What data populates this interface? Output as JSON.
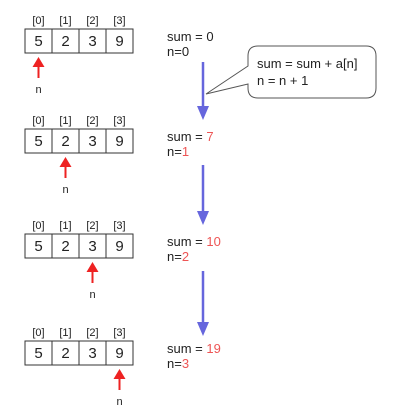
{
  "steps": [
    {
      "indices": [
        "[0]",
        "[1]",
        "[2]",
        "[3]"
      ],
      "values": [
        "5",
        "2",
        "3",
        "9"
      ],
      "pointer": 0,
      "pointer_label": "n",
      "sum_prefix": "sum = ",
      "sum_value": "0",
      "n_prefix": "n=",
      "n_value": "0"
    },
    {
      "indices": [
        "[0]",
        "[1]",
        "[2]",
        "[3]"
      ],
      "values": [
        "5",
        "2",
        "3",
        "9"
      ],
      "pointer": 1,
      "pointer_label": "n",
      "sum_prefix": "sum = ",
      "sum_value": "7",
      "n_prefix": "n=",
      "n_value": "1"
    },
    {
      "indices": [
        "[0]",
        "[1]",
        "[2]",
        "[3]"
      ],
      "values": [
        "5",
        "2",
        "3",
        "9"
      ],
      "pointer": 2,
      "pointer_label": "n",
      "sum_prefix": "sum = ",
      "sum_value": "10",
      "n_prefix": "n=",
      "n_value": "2"
    },
    {
      "indices": [
        "[0]",
        "[1]",
        "[2]",
        "[3]"
      ],
      "values": [
        "5",
        "2",
        "3",
        "9"
      ],
      "pointer": 3,
      "pointer_label": "n",
      "sum_prefix": "sum = ",
      "sum_value": "19",
      "n_prefix": "n=",
      "n_value": "3"
    }
  ],
  "callout": {
    "line1": "sum = sum + a[n]",
    "line2": "n = n + 1"
  },
  "colors": {
    "text": "#222222",
    "box_stroke": "#333333",
    "pointer": "#ee2222",
    "updated_value": "#ee5555",
    "flow_arrow": "#6666dd",
    "callout_stroke": "#555555"
  }
}
